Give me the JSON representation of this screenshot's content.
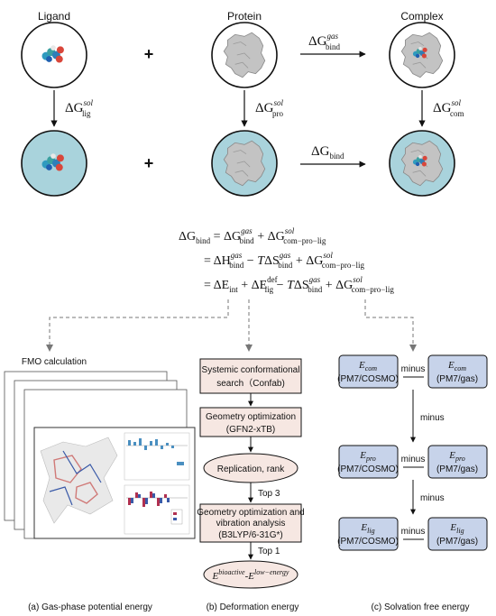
{
  "header": {
    "ligand": "Ligand",
    "protein": "Protein",
    "complex": "Complex"
  },
  "cycle": {
    "plus": "+",
    "dg_bind_gas_main": "ΔG",
    "dg_bind_gas_sup": "gas",
    "dg_bind_gas_sub": "bind",
    "dg_lig_main": "ΔG",
    "dg_lig_sup": "sol",
    "dg_lig_sub": "lig",
    "dg_pro_main": "ΔG",
    "dg_pro_sup": "sol",
    "dg_pro_sub": "pro",
    "dg_com_main": "ΔG",
    "dg_com_sup": "sol",
    "dg_com_sub": "com",
    "dg_bind_main": "ΔG",
    "dg_bind_sub": "bind"
  },
  "equations": {
    "line1": "ΔG_bind = ΔG_bind^gas + ΔG_com−pro−lig^sol",
    "line2": "= ΔH_bind^gas − TΔS_bind^gas + ΔG_com−pro−lig^sol",
    "line3": "= ΔE_int + ΔE_lig^def − TΔS_bind^gas + ΔG_com−pro−lig^sol"
  },
  "fmo": {
    "title": "FMO calculation"
  },
  "deformation": {
    "step1_l1": "Systemic conformational",
    "step1_l2": "search（Confab)",
    "step2_l1": "Geometry optimization",
    "step2_l2": "(GFN2-xTB)",
    "step3": "Replication, rank",
    "top3": "Top 3",
    "step4_l1": "Geometry optimization and",
    "step4_l2": "vibration analysis",
    "step4_l3": "(B3LYP/6-31G*)",
    "top1": "Top 1",
    "final_a": "E",
    "final_a_sup": "bioactive",
    "final_b": "-E",
    "final_b_sup": "low−energy"
  },
  "solvation": {
    "minus": "minus",
    "com_e": "E",
    "com_sub": "com",
    "pro_e": "E",
    "pro_sub": "pro",
    "lig_e": "E",
    "lig_sub": "lig",
    "cosmo": "(PM7/COSMO)",
    "gas": "(PM7/gas)"
  },
  "captions": {
    "a": "(a) Gas-phase potential energy",
    "b": "(b) Deformation energy",
    "c": "(c) Solvation free energy"
  },
  "colors": {
    "solvent": "#a9d3dc",
    "box_fill": "#f6e7e2",
    "solv_box": "#c7d3ea",
    "protein": "#bdbdbd"
  }
}
